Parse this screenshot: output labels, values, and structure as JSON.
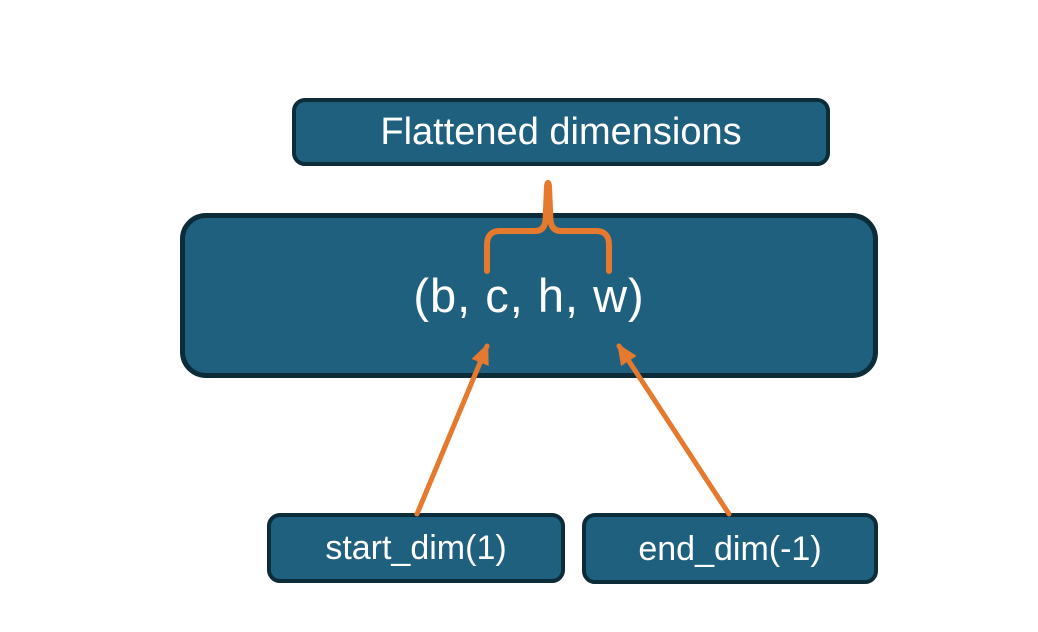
{
  "colors": {
    "node_fill": "#20607f",
    "node_border": "#0d2c3a",
    "connector_orange": "#e5792e",
    "node_text": "#ffffff",
    "page_background": "#ffffff"
  },
  "nodes": {
    "flattened": {
      "label": "Flattened dimensions"
    },
    "tensor_shape": {
      "label": "(b, c, h, w)"
    },
    "start_dim": {
      "label": "start_dim(1)"
    },
    "end_dim": {
      "label": "end_dim(-1)"
    }
  }
}
